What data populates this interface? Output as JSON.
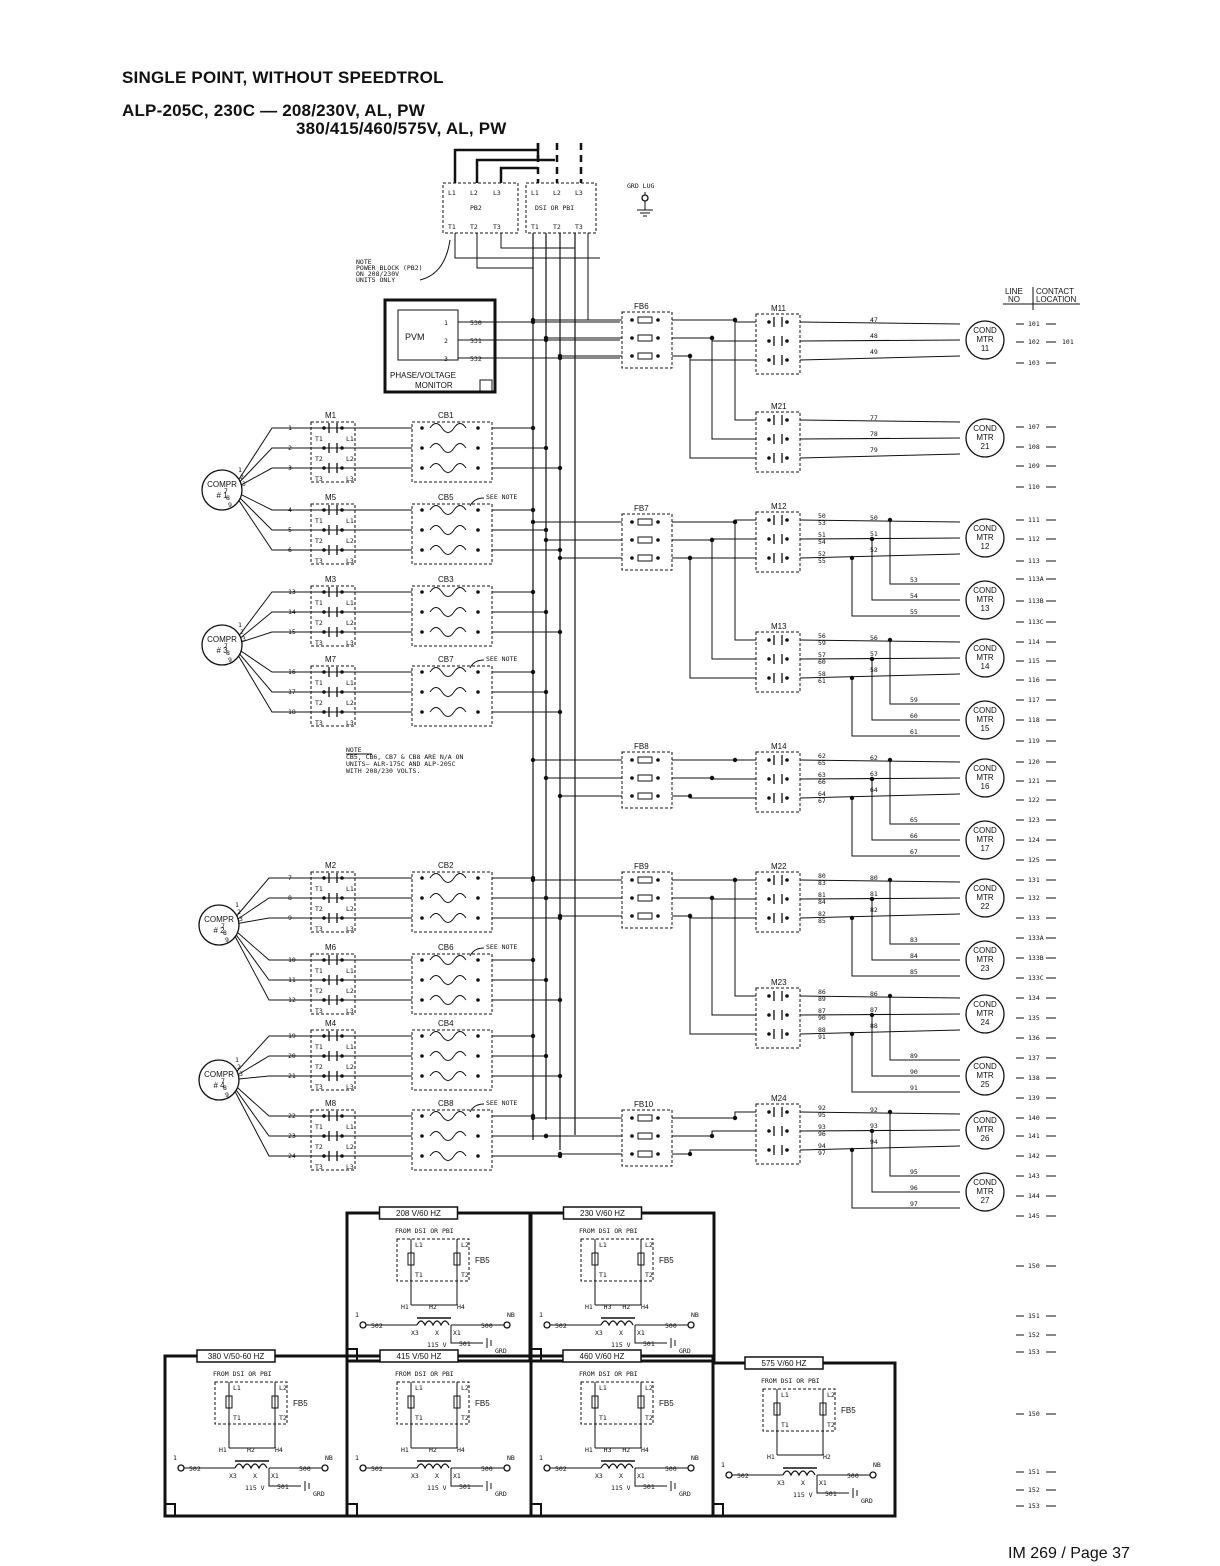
{
  "header": {
    "line1": "SINGLE POINT, WITHOUT SPEEDTROL",
    "line2": "ALP-205C, 230C — 208/230V, AL, PW",
    "line3": "380/415/460/575V, AL, PW"
  },
  "footer": "IM 269 / Page 37",
  "power": {
    "pb2": "PB2",
    "dsi": "DSI OR PBI",
    "grd": "GRD LUG",
    "terms_in": [
      "L1",
      "L2",
      "L3"
    ],
    "terms_out": [
      "T1",
      "T2",
      "T3"
    ]
  },
  "notes": {
    "n1": [
      "NOTE",
      "POWER BLOCK (PB2)",
      "ON 208/230V",
      "UNITS ONLY"
    ],
    "n2": [
      "NOTE",
      "CB5, CB6, CB7 & CB8 ARE N/A ON",
      "UNITS— ALR-175C AND ALP-205C",
      "WITH 208/230 VOLTS."
    ],
    "see": "SEE NOTE"
  },
  "pvm": {
    "label": "PVM",
    "title": "PHASE/VOLTAGE",
    "title2": "MONITOR",
    "wires": [
      "530",
      "531",
      "532"
    ],
    "pins": [
      "1",
      "2",
      "3"
    ]
  },
  "table_header": {
    "col1": "LINE",
    "col1b": "NO",
    "col2": "CONTACT",
    "col2b": "LOCATION"
  },
  "compressors": [
    {
      "label": "COMPR",
      "num": "# 1",
      "pins": [
        "1",
        "2",
        "3",
        "7",
        "8",
        "9"
      ]
    },
    {
      "label": "COMPR",
      "num": "# 3",
      "pins": [
        "1",
        "2",
        "3",
        "7",
        "8",
        "9"
      ]
    },
    {
      "label": "COMPR",
      "num": "# 2",
      "pins": [
        "1",
        "2",
        "3",
        "7",
        "8",
        "9"
      ]
    },
    {
      "label": "COMPR",
      "num": "# 4",
      "pins": [
        "1",
        "2",
        "3",
        "7",
        "8",
        "9"
      ]
    }
  ],
  "comp_contactors": [
    {
      "name": "M1",
      "cb": "CB1",
      "wires": [
        "1",
        "2",
        "3"
      ],
      "see": false
    },
    {
      "name": "M5",
      "cb": "CB5",
      "wires": [
        "4",
        "5",
        "6"
      ],
      "see": true
    },
    {
      "name": "M3",
      "cb": "CB3",
      "wires": [
        "13",
        "14",
        "15"
      ],
      "see": false
    },
    {
      "name": "M7",
      "cb": "CB7",
      "wires": [
        "16",
        "17",
        "18"
      ],
      "see": true
    },
    {
      "name": "M2",
      "cb": "CB2",
      "wires": [
        "7",
        "8",
        "9"
      ],
      "see": false
    },
    {
      "name": "M6",
      "cb": "CB6",
      "wires": [
        "10",
        "11",
        "12"
      ],
      "see": true
    },
    {
      "name": "M4",
      "cb": "CB4",
      "wires": [
        "19",
        "20",
        "21"
      ],
      "see": false
    },
    {
      "name": "M8",
      "cb": "CB8",
      "wires": [
        "22",
        "23",
        "24"
      ],
      "see": true
    }
  ],
  "fuse_blocks": [
    "FB6",
    "FB7",
    "FB8",
    "FB9",
    "FB10"
  ],
  "fan_contactors": [
    {
      "name": "M11",
      "mid": [],
      "motors": [
        {
          "w": [
            "47",
            "48",
            "49"
          ],
          "n": "11"
        }
      ]
    },
    {
      "name": "M21",
      "mid": [],
      "motors": [
        {
          "w": [
            "77",
            "78",
            "79"
          ],
          "n": "21"
        }
      ]
    },
    {
      "name": "M12",
      "mid": [
        "50",
        "53",
        "51",
        "54",
        "52",
        "55"
      ],
      "motors": [
        {
          "w": [
            "50",
            "51",
            "52"
          ],
          "n": "12"
        },
        {
          "w": [
            "53",
            "54",
            "55"
          ],
          "n": "13"
        }
      ]
    },
    {
      "name": "M13",
      "mid": [
        "56",
        "59",
        "57",
        "60",
        "58",
        "61"
      ],
      "motors": [
        {
          "w": [
            "56",
            "57",
            "58"
          ],
          "n": "14"
        },
        {
          "w": [
            "59",
            "60",
            "61"
          ],
          "n": "15"
        }
      ]
    },
    {
      "name": "M14",
      "mid": [
        "62",
        "65",
        "63",
        "66",
        "64",
        "67"
      ],
      "motors": [
        {
          "w": [
            "62",
            "63",
            "64"
          ],
          "n": "16"
        },
        {
          "w": [
            "65",
            "66",
            "67"
          ],
          "n": "17"
        }
      ]
    },
    {
      "name": "M22",
      "mid": [
        "80",
        "83",
        "81",
        "84",
        "82",
        "85"
      ],
      "motors": [
        {
          "w": [
            "80",
            "81",
            "82"
          ],
          "n": "22"
        },
        {
          "w": [
            "83",
            "84",
            "85"
          ],
          "n": "23"
        }
      ]
    },
    {
      "name": "M23",
      "mid": [
        "86",
        "89",
        "87",
        "90",
        "88",
        "91"
      ],
      "motors": [
        {
          "w": [
            "86",
            "87",
            "88"
          ],
          "n": "24"
        },
        {
          "w": [
            "89",
            "90",
            "91"
          ],
          "n": "25"
        }
      ]
    },
    {
      "name": "M24",
      "mid": [
        "92",
        "95",
        "93",
        "96",
        "94",
        "97"
      ],
      "motors": [
        {
          "w": [
            "92",
            "93",
            "94"
          ],
          "n": "26"
        },
        {
          "w": [
            "95",
            "96",
            "97"
          ],
          "n": "27"
        }
      ]
    }
  ],
  "motor_label": [
    "COND",
    "MTR"
  ],
  "line_numbers": [
    "101",
    "102",
    "103",
    "107",
    "108",
    "109",
    "110",
    "111",
    "112",
    "113",
    "113A",
    "113B",
    "113C",
    "114",
    "115",
    "116",
    "117",
    "118",
    "119",
    "120",
    "121",
    "122",
    "123",
    "124",
    "125",
    "131",
    "132",
    "133",
    "133A",
    "133B",
    "133C",
    "134",
    "135",
    "136",
    "137",
    "138",
    "139",
    "140",
    "141",
    "142",
    "143",
    "144",
    "145",
    "150",
    "151",
    "152",
    "153",
    "150",
    "151",
    "152",
    "153"
  ],
  "contact_note": "101",
  "transformers": [
    {
      "title": "208 V/60 HZ",
      "taps": [
        "H1",
        "H2",
        "H4"
      ]
    },
    {
      "title": "230 V/60 HZ",
      "taps": [
        "H1",
        "H3",
        "H2",
        "H4"
      ]
    },
    {
      "title": "380 V/50-60 HZ",
      "taps": [
        "H1",
        "H2",
        "H4"
      ]
    },
    {
      "title": "415 V/50 HZ",
      "taps": [
        "H1",
        "H2",
        "H4"
      ]
    },
    {
      "title": "460 V/60 HZ",
      "taps": [
        "H1",
        "H3",
        "H2",
        "H4"
      ]
    },
    {
      "title": "575 V/60 HZ",
      "taps": [
        "H1",
        "H2"
      ]
    }
  ],
  "xfmr": {
    "from": "FROM DSI OR PBI",
    "fb": "FB5",
    "l": [
      "L1",
      "L2"
    ],
    "t": [
      "T1",
      "T2"
    ],
    "ti": "T1",
    "w502": "502",
    "w500": "500",
    "w501": "501",
    "nb": "NB",
    "v": "115 V",
    "grd": "GRD",
    "x": [
      "X3",
      "X",
      "X1"
    ],
    "one": "1"
  }
}
